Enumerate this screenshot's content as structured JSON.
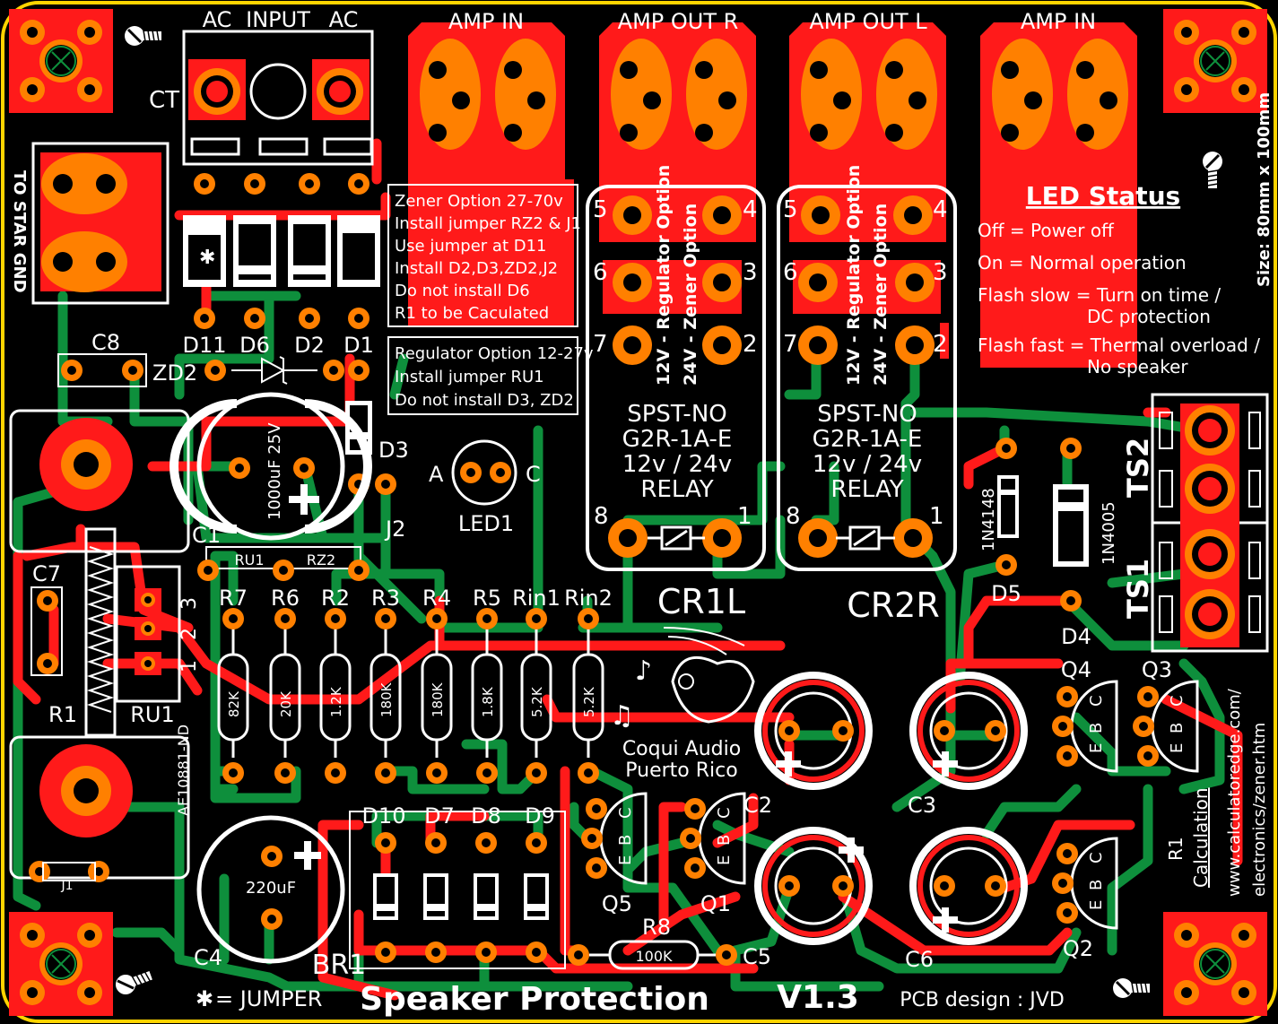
{
  "colors": {
    "background": "#000000",
    "outline": "#ffd400",
    "silk": "#ffffff",
    "copper_top": "#ff1a1a",
    "copper_bottom": "#0e8f3c",
    "pad": "#ff8000",
    "hole": "#000000"
  },
  "connectors": {
    "ac_input": {
      "left": "AC",
      "middle": "INPUT",
      "right": "AC",
      "ct": "CT"
    },
    "star_gnd": "TO STAR GND",
    "amp_in_left": "AMP IN",
    "amp_out_r": "AMP OUT R",
    "amp_out_l": "AMP OUT L",
    "amp_in_right": "AMP IN",
    "ts1": "TS1",
    "ts2": "TS2"
  },
  "size_note": "Size: 80mm x 100mm",
  "zener_note": [
    "Zener Option  27-70v",
    "Install jumper RZ2 & J1",
    "Use jumper at D11",
    "Install D2,D3,ZD2,J2",
    "Do not install D6",
    "R1 to be Caculated"
  ],
  "regulator_note": [
    "Regulator Option 12-27v",
    "Install jumper RU1",
    "Do not install D3, ZD2"
  ],
  "led_status": {
    "title": "LED Status",
    "lines": [
      "Off = Power off",
      "On = Normal operation",
      "Flash slow = Turn on time /",
      "DC protection",
      "Flash fast = Thermal overload /",
      "No speaker"
    ]
  },
  "relays": [
    {
      "ref": "CR1L",
      "type": "SPST-NO",
      "part": "G2R-1A-E",
      "volt": "12v / 24v",
      "kind": "RELAY",
      "opt_reg": "12V - Regulator Option",
      "opt_zen": "24V - Zener Option",
      "pins": [
        "5",
        "4",
        "6",
        "3",
        "7",
        "2",
        "8",
        "1"
      ]
    },
    {
      "ref": "CR2R",
      "type": "SPST-NO",
      "part": "G2R-1A-E",
      "volt": "12v / 24v",
      "kind": "RELAY",
      "opt_reg": "12V - Regulator Option",
      "opt_zen": "24V - Zener Option",
      "pins": [
        "5",
        "4",
        "6",
        "3",
        "7",
        "2",
        "8",
        "1"
      ]
    }
  ],
  "labels": {
    "d11": "D11",
    "d6": "D6",
    "d2": "D2",
    "d1": "D1",
    "c8": "C8",
    "zd2": "ZD2",
    "d3": "D3",
    "j2": "J2",
    "c1": "C1",
    "c1_val": "1000uF 25V",
    "led1": "LED1",
    "led_a": "A",
    "led_c": "C",
    "ru1": "RU1",
    "rz2": "RZ2",
    "c7": "C7",
    "r1": "R1",
    "ru1_ref": "RU1",
    "ae": "AE10881-ND",
    "pin3": "3",
    "pin2": "2",
    "pin1": "1",
    "j1": "J1",
    "c4": "C4",
    "c4_val": "220uF",
    "br1": "BR1",
    "jumper": "= JUMPER",
    "d10": "D10",
    "d7": "D7",
    "d8": "D8",
    "d9": "D9",
    "q5": "Q5",
    "q1": "Q1",
    "q4": "Q4",
    "q3": "Q3",
    "q2": "Q2",
    "c2": "C2",
    "c3": "C3",
    "c5": "C5",
    "c6": "C6",
    "r8": "R8",
    "r8_val": "100K",
    "d5": "D5",
    "d5_part": "1N4148",
    "d4": "D4",
    "d4_part": "1N4005",
    "coqui1": "Coqui Audio",
    "coqui2": "Puerto Rico",
    "title": "Speaker Protection",
    "version": "V1.3",
    "designer": "PCB design : JVD",
    "r1calc1": "R1",
    "r1calc2": "Calculation",
    "url1": "www.calculatoredge.com/",
    "url2": "electronics/zener.htm",
    "tr_e": "E",
    "tr_c": "C",
    "tr_b": "B"
  },
  "resistors": [
    {
      "ref": "R7",
      "val": "82K"
    },
    {
      "ref": "R6",
      "val": "20K"
    },
    {
      "ref": "R2",
      "val": "1.2K"
    },
    {
      "ref": "R3",
      "val": "180K"
    },
    {
      "ref": "R4",
      "val": "180K"
    },
    {
      "ref": "R5",
      "val": "1.8K"
    },
    {
      "ref": "Rin1",
      "val": "5.2K"
    },
    {
      "ref": "Rin2",
      "val": "5.2K"
    }
  ]
}
